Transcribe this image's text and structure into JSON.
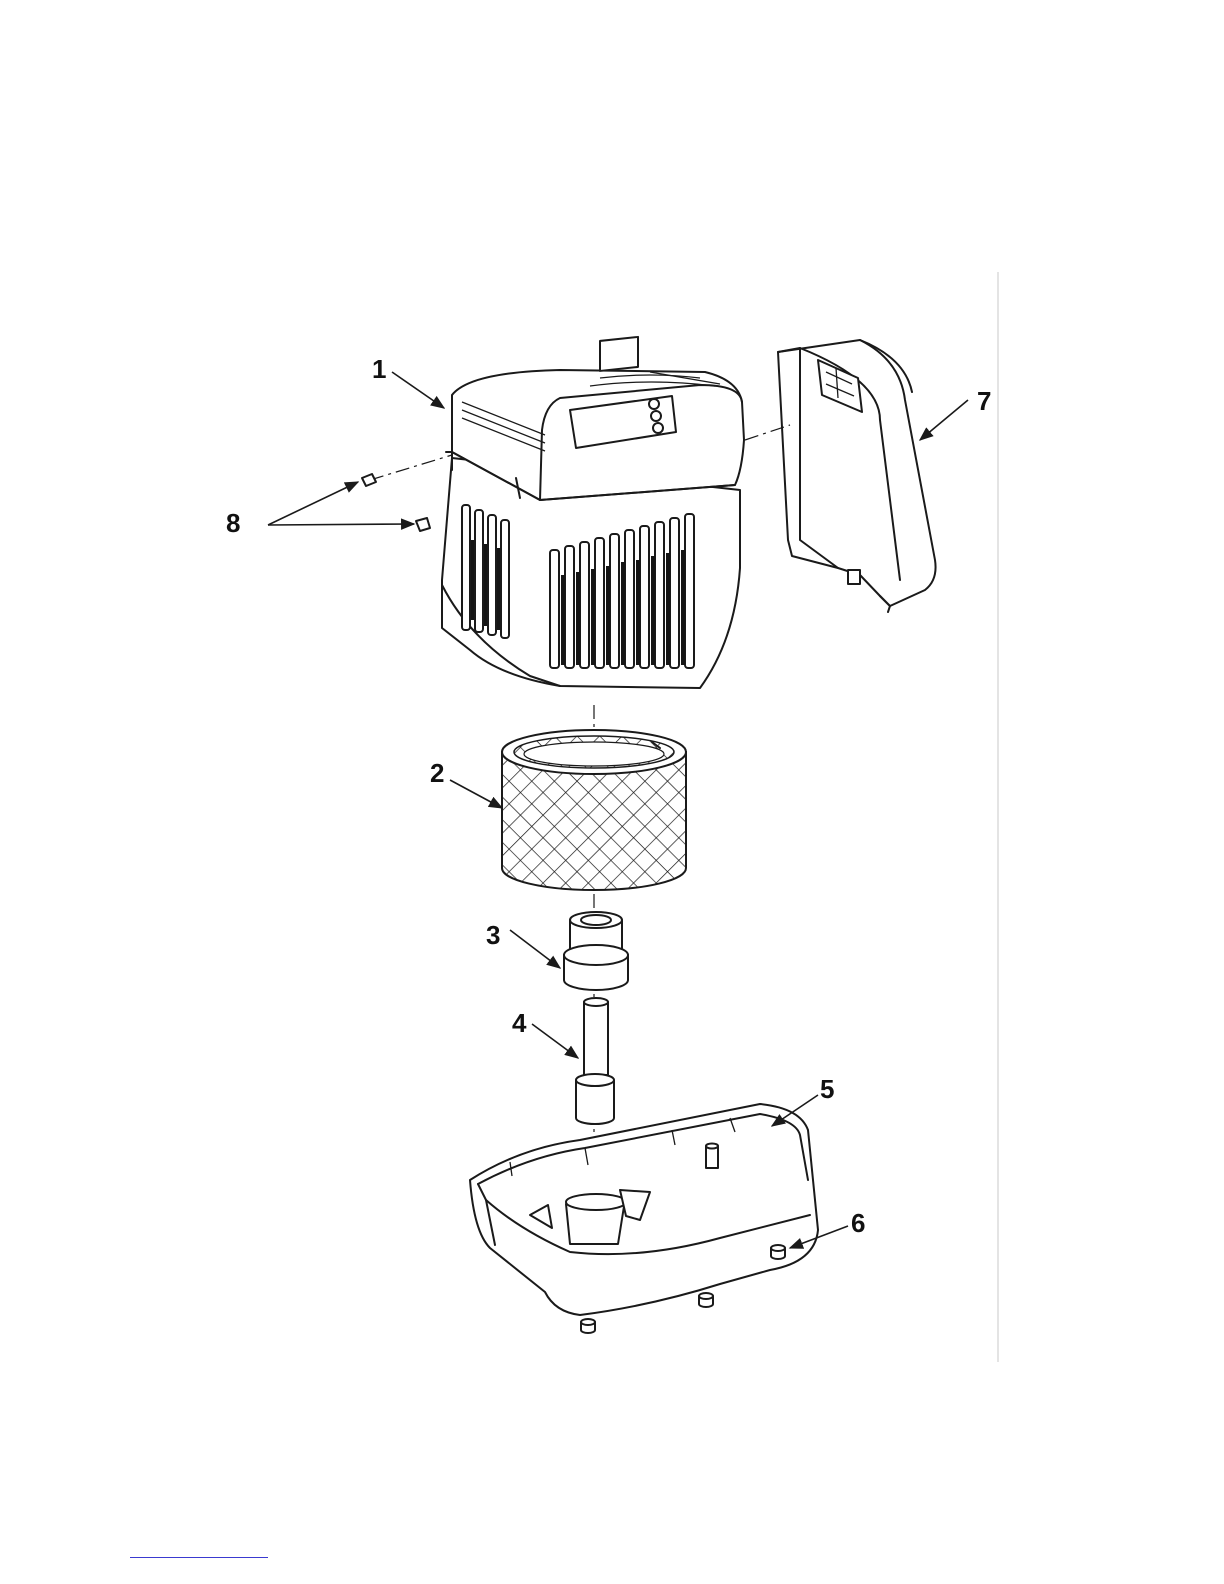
{
  "callouts": {
    "c1": "1",
    "c2": "2",
    "c3": "3",
    "c4": "4",
    "c5": "5",
    "c6": "6",
    "c7": "7",
    "c8": "8"
  },
  "colors": {
    "ink": "#1a1a1a",
    "paper": "#ffffff",
    "footer_rule": "#3a3ad0"
  }
}
